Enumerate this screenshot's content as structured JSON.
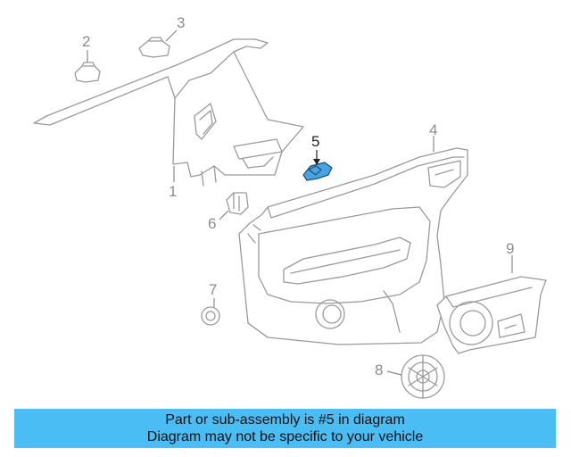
{
  "callouts": {
    "c1": "1",
    "c2": "2",
    "c3": "3",
    "c4": "4",
    "c5": "5",
    "c6": "6",
    "c7": "7",
    "c8": "8",
    "c9": "9"
  },
  "banner": {
    "line1": "Part or sub-assembly is #5 in diagram",
    "line2": "Diagram may not be specific to your vehicle"
  },
  "colors": {
    "banner_bg": "#4bbdf5",
    "highlight_fill": "#4aa3e0",
    "line_art": "#9a9a9a"
  }
}
